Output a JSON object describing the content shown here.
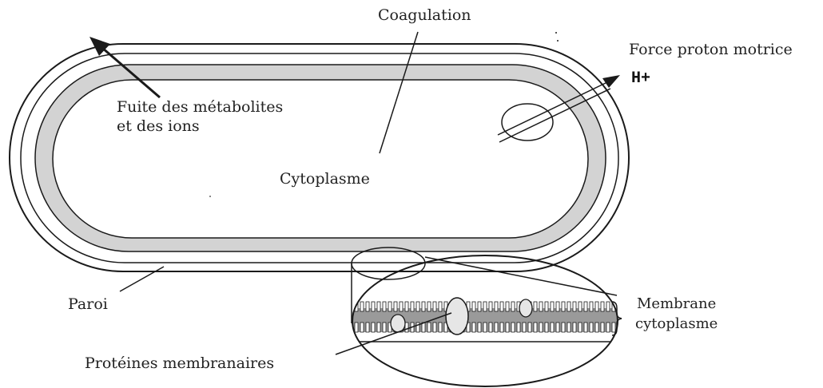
{
  "labels": {
    "coagulation": "Coagulation",
    "force_proton": "Force proton motrice",
    "h_plus": "H+",
    "fuite_line1": "Fuite des métabolites",
    "fuite_line2": "et des ions",
    "cytoplasme": "Cytoplasme",
    "paroi": "Paroi",
    "membrane_line1": "Membrane",
    "membrane_line2": "cytoplasme",
    "proteines": "Protéines membranaires"
  },
  "colors": {
    "line": "#1a1a1a",
    "membrane_fill": "#d3d3d3",
    "background": "#ffffff"
  }
}
